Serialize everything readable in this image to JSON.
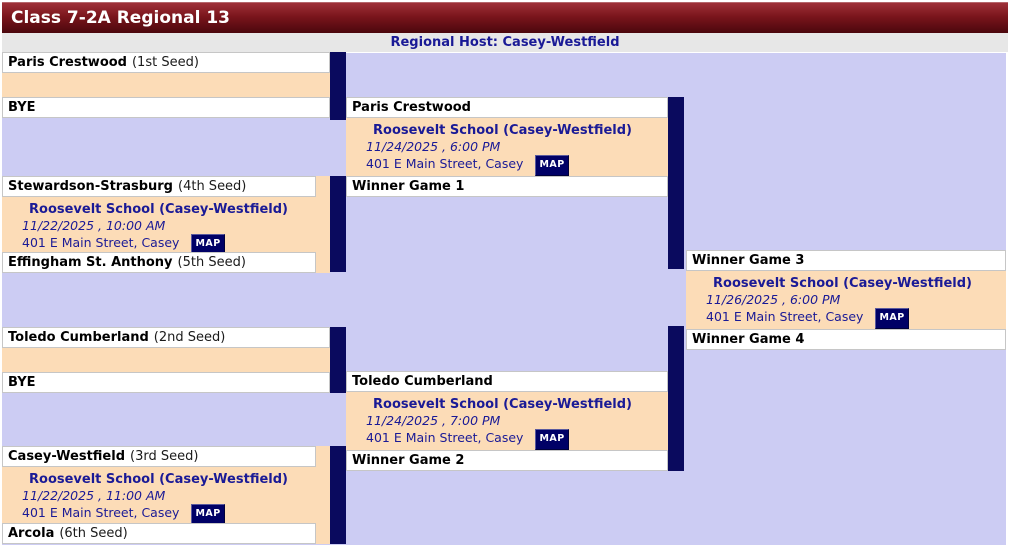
{
  "page": {
    "title": "Class 7-2A Regional 13",
    "host_label": "Regional Host: Casey-Westfield"
  },
  "colors": {
    "header_maroon_top": "#9e3038",
    "header_maroon_bottom": "#4b070d",
    "host_bar_bg": "#e7e7e7",
    "bracket_lavender": "#ccccf3",
    "game_peach": "#fcdcb7",
    "connector_navy": "#0a0a5e",
    "text_navy": "#1a1a96"
  },
  "matchups": {
    "m1": {
      "top_team": "Paris Crestwood",
      "top_seed": "(1st Seed)",
      "bottom_team": "BYE"
    },
    "m2": {
      "top_team": "Stewardson-Strasburg",
      "top_seed": "(4th Seed)",
      "bottom_team": "Effingham St. Anthony",
      "bottom_seed": "(5th Seed)",
      "game": {
        "venue": "Roosevelt School (Casey-Westfield)",
        "datetime": "11/22/2025 , 10:00 AM",
        "address": "401 E Main Street, Casey",
        "map_label": "MAP"
      }
    },
    "m3": {
      "top_team": "Toledo Cumberland",
      "top_seed": "(2nd Seed)",
      "bottom_team": "BYE"
    },
    "m4": {
      "top_team": "Casey-Westfield",
      "top_seed": "(3rd Seed)",
      "bottom_team": "Arcola",
      "bottom_seed": "(6th Seed)",
      "game": {
        "venue": "Roosevelt School (Casey-Westfield)",
        "datetime": "11/22/2025 , 11:00 AM",
        "address": "401 E Main Street, Casey",
        "map_label": "MAP"
      }
    },
    "m5": {
      "top_team": "Paris Crestwood",
      "bottom_team": "Winner Game 1",
      "game": {
        "venue": "Roosevelt School (Casey-Westfield)",
        "datetime": "11/24/2025 , 6:00 PM",
        "address": "401 E Main Street, Casey",
        "map_label": "MAP"
      }
    },
    "m6": {
      "top_team": "Toledo Cumberland",
      "bottom_team": "Winner Game 2",
      "game": {
        "venue": "Roosevelt School (Casey-Westfield)",
        "datetime": "11/24/2025 , 7:00 PM",
        "address": "401 E Main Street, Casey",
        "map_label": "MAP"
      }
    },
    "m7": {
      "top_team": "Winner Game 3",
      "bottom_team": "Winner Game 4",
      "game": {
        "venue": "Roosevelt School (Casey-Westfield)",
        "datetime": "11/26/2025 , 6:00 PM",
        "address": "401 E Main Street, Casey",
        "map_label": "MAP"
      }
    }
  }
}
